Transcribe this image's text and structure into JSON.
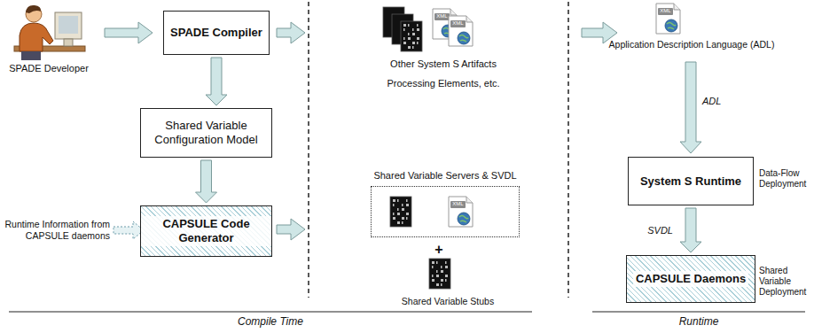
{
  "diagram": {
    "nodes": [
      {
        "text": [
          "SPADE Compiler"
        ]
      },
      {
        "text": [
          "Shared Variable Configuration Model"
        ]
      },
      {
        "text": [
          "CAPSULE Code Generator"
        ]
      },
      {
        "text": [
          "Shared Variable Servers & SVDL"
        ]
      },
      {
        "text": [
          "System S Runtime"
        ]
      },
      {
        "text": [
          "CAPSULE Daemons"
        ]
      }
    ],
    "edges": [
      {
        "from": 0,
        "to": 1,
        "arrow": "to"
      },
      {
        "from": 1,
        "to": 2,
        "arrow": "to"
      },
      {
        "from": 4,
        "to": 5,
        "label": "SVDL",
        "arrow": "to"
      }
    ],
    "labels": [
      "SPADE Developer",
      "Runtime Information from CAPSULE daemons",
      "XML",
      "XML",
      "Other System S Artifacts",
      "Processing Elements, etc.",
      "XML",
      "+",
      "Shared Variable Stubs",
      "XML",
      "Application Description Language (ADL)",
      "ADL",
      "Data-Flow Deployment",
      "Shared Variable Deployment",
      "Compile Time",
      "Runtime"
    ]
  }
}
